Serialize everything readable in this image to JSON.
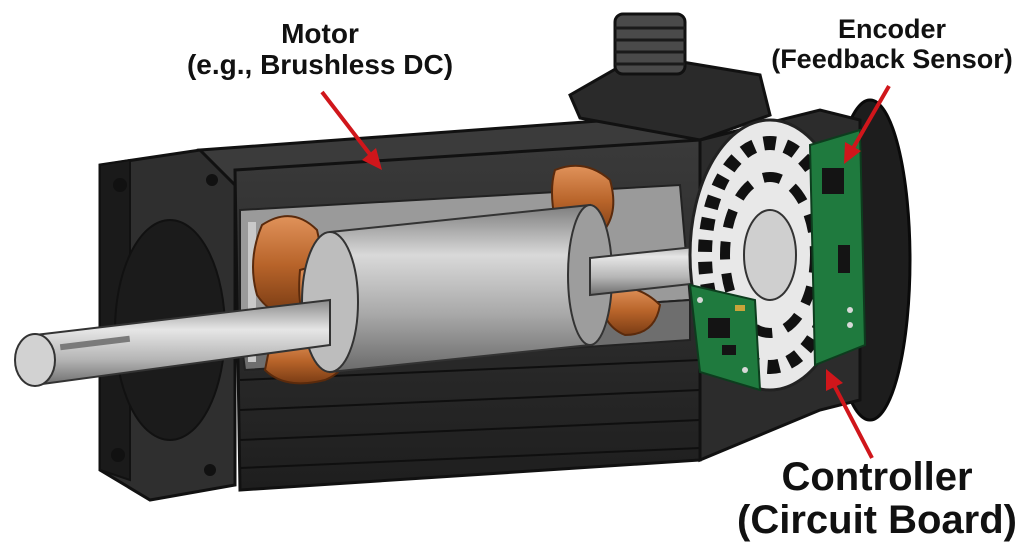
{
  "labels": {
    "motor": {
      "line1": "Motor",
      "line2": "(e.g., Brushless DC)"
    },
    "encoder": {
      "line1": "Encoder",
      "line2": "(Feedback Sensor)"
    },
    "controller": {
      "line1": "Controller",
      "line2": "(Circuit Board)"
    }
  },
  "colors": {
    "housing": "#2b2b2b",
    "housing_light": "#555555",
    "cutaway_metal": "#8f8f8f",
    "shaft": "#bdbdbd",
    "copper_winding": "#b8642a",
    "pcb_green": "#1f7a3e",
    "arrow_red": "#d0161b",
    "background": "#ffffff"
  }
}
